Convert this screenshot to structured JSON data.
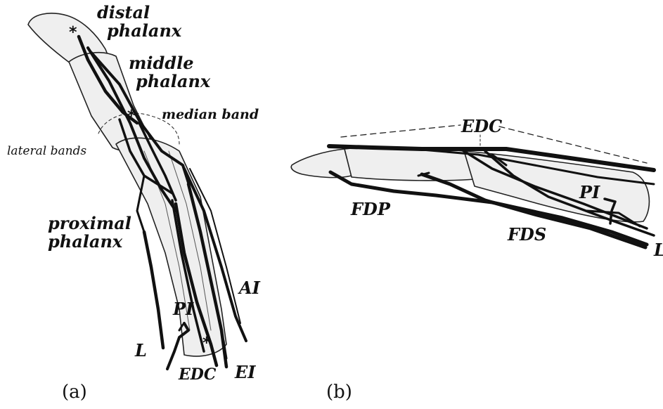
{
  "panel_a": {
    "caption": "(a)",
    "labels": {
      "distal_line1": "distal",
      "distal_line2": "phalanx",
      "middle_line1": "middle",
      "middle_line2": "phalanx",
      "median_band": "median band",
      "lateral_bands": "lateral bands",
      "proximal_line1": "proximal",
      "proximal_line2": "phalanx",
      "ai": "AI",
      "pi": "PI",
      "l": "L",
      "edc": "EDC",
      "ei": "EI"
    },
    "insertion_marker": "*"
  },
  "panel_b": {
    "caption": "(b)",
    "labels": {
      "edc": "EDC",
      "pi": "PI",
      "fdp": "FDP",
      "fds": "FDS",
      "l": "L"
    }
  }
}
